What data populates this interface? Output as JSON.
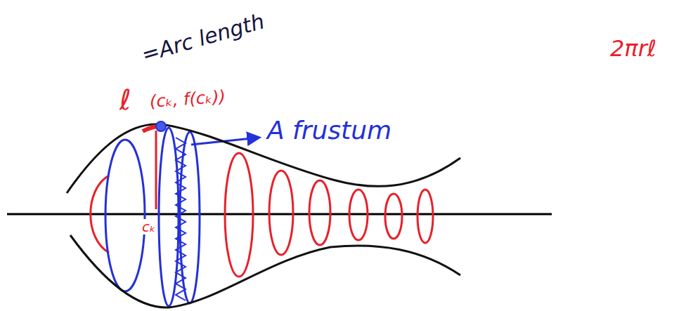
{
  "diagram": {
    "labels": [
      "ℓ",
      "=Arc length",
      "(cₖ, f(cₖ))",
      "A frustum",
      "2πrℓ",
      "cₖ"
    ]
  }
}
